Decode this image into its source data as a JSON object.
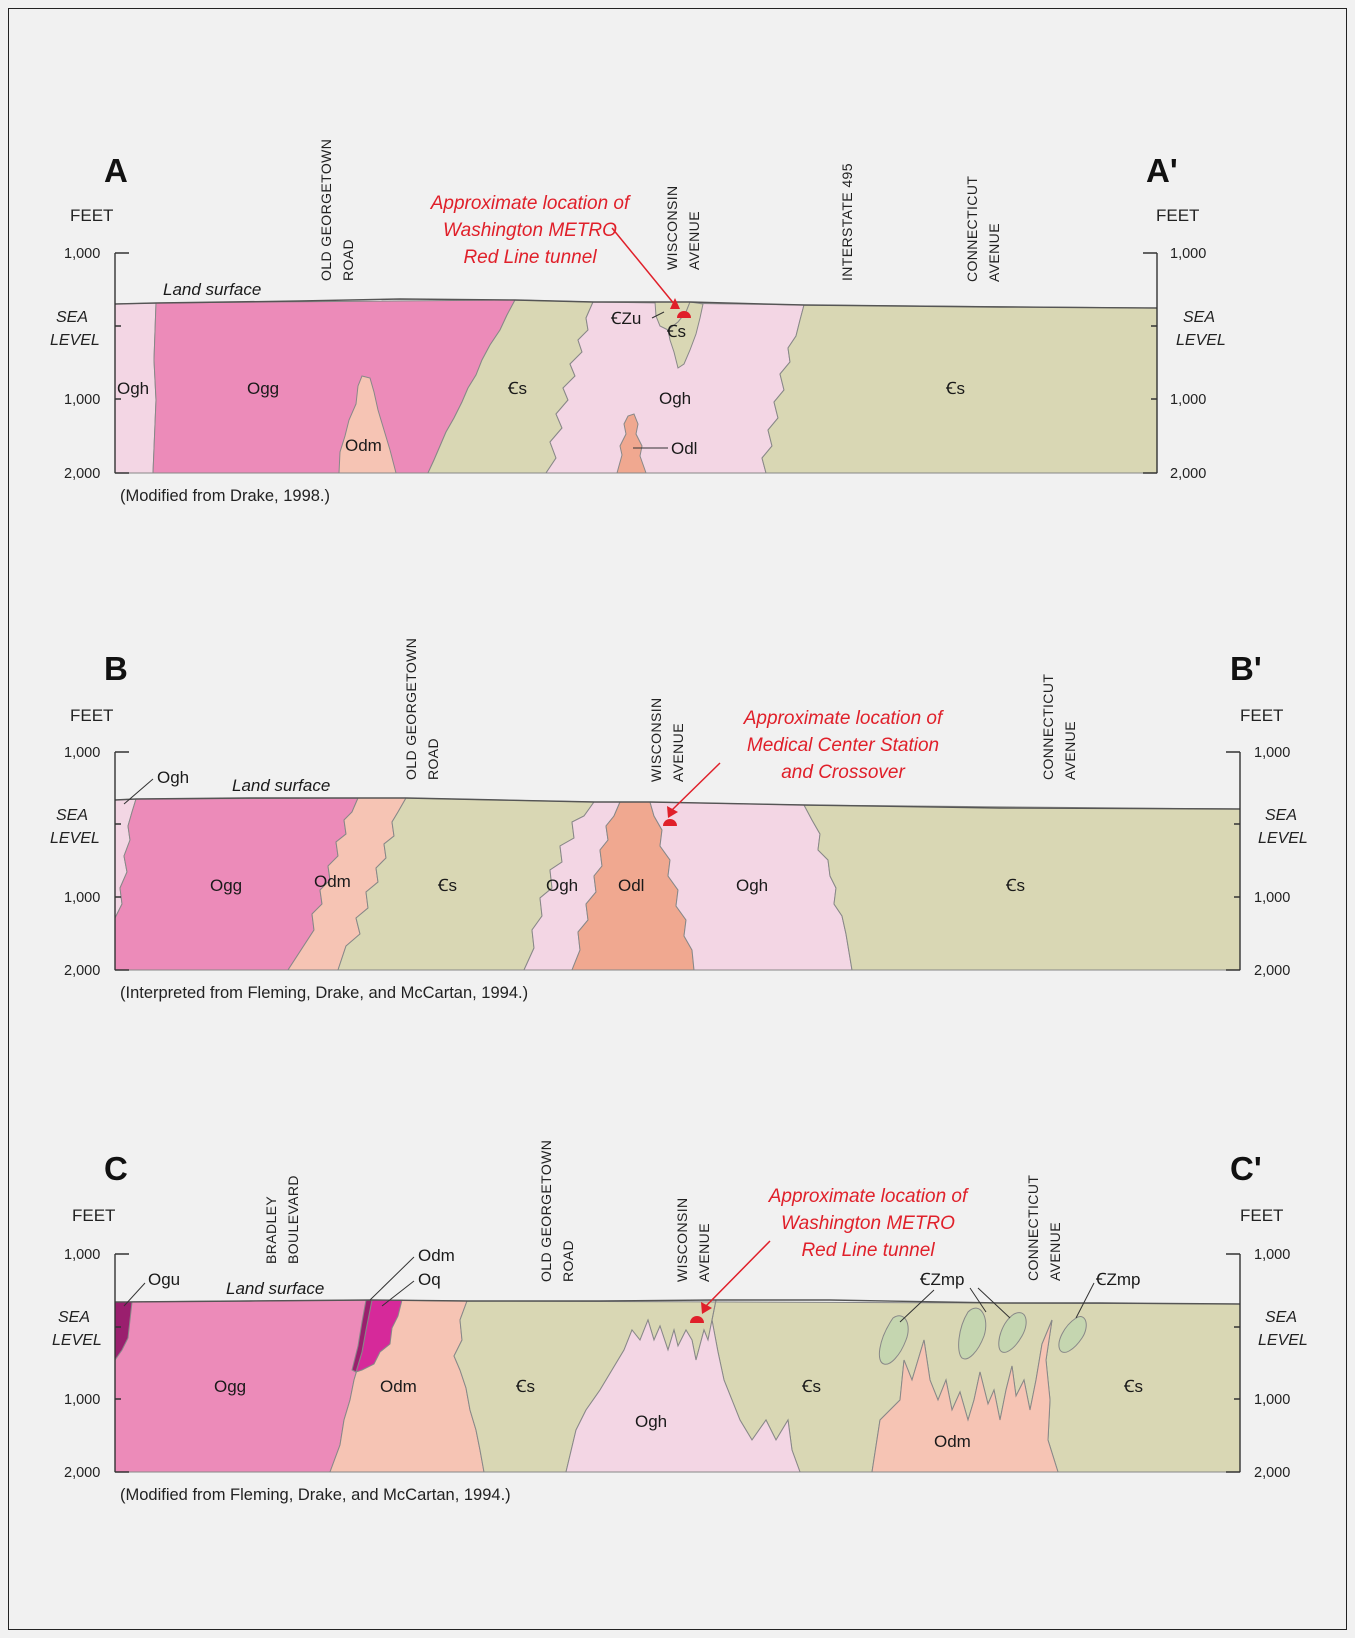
{
  "colors": {
    "Ogg": "#ec8bb9",
    "Ogh": "#f3d6e4",
    "Cs": "#d9d7b4",
    "Odm": "#f6c4b4",
    "Odl": "#f0a890",
    "CZu": "#dad8b6",
    "CZmp": "#c5d6b0",
    "Ogu": "#9a1f6e",
    "Oq": "#d6299a",
    "red": "#e0202a"
  },
  "axis": {
    "feet_label": "FEET",
    "sea_level_line1": "SEA",
    "sea_level_line2": "LEVEL",
    "tick_top": "1,000",
    "tick_mid": "1,000",
    "tick_bottom": "2,000"
  },
  "sections": [
    {
      "id": "A",
      "left_label": "A",
      "right_label": "A'",
      "land_surface": "Land surface",
      "roads": [
        {
          "line1": "OLD GEORGETOWN",
          "line2": "ROAD"
        },
        {
          "line1": "WISCONSIN",
          "line2": "AVENUE"
        },
        {
          "line1": "INTERSTATE 495",
          "line2": ""
        },
        {
          "line1": "CONNECTICUT",
          "line2": "AVENUE"
        }
      ],
      "note": [
        "Approximate location of",
        "Washington METRO",
        "Red Line tunnel"
      ],
      "units": {
        "Ogh_left": "Ogh",
        "Ogg": "Ogg",
        "Odm": "Odm",
        "Cs1": "Ꞓs",
        "CZu": "ꞒZu",
        "Cs_small": "Ꞓs",
        "Ogh": "Ogh",
        "Odl": "Odl",
        "Cs2": "Ꞓs"
      },
      "source": "(Modified from Drake, 1998.)"
    },
    {
      "id": "B",
      "left_label": "B",
      "right_label": "B'",
      "land_surface": "Land surface",
      "roads": [
        {
          "line1": "OLD GEORGETOWN",
          "line2": "ROAD"
        },
        {
          "line1": "WISCONSIN",
          "line2": "AVENUE"
        },
        {
          "line1": "CONNECTICUT",
          "line2": "AVENUE"
        }
      ],
      "note": [
        "Approximate location of",
        "Medical Center Station",
        "and Crossover"
      ],
      "units": {
        "Ogh_callout": "Ogh",
        "Ogg": "Ogg",
        "Odm": "Odm",
        "Cs1": "Ꞓs",
        "Ogh1": "Ogh",
        "Odl": "Odl",
        "Ogh2": "Ogh",
        "Cs2": "Ꞓs"
      },
      "source": "(Interpreted from Fleming, Drake, and McCartan, 1994.)"
    },
    {
      "id": "C",
      "left_label": "C",
      "right_label": "C'",
      "land_surface": "Land surface",
      "roads": [
        {
          "line1": "BRADLEY",
          "line2": "BOULEVARD"
        },
        {
          "line1": "OLD GEORGETOWN",
          "line2": "ROAD"
        },
        {
          "line1": "WISCONSIN",
          "line2": "AVENUE"
        },
        {
          "line1": "CONNECTICUT",
          "line2": "AVENUE"
        }
      ],
      "note": [
        "Approximate location of",
        "Washington METRO",
        "Red Line tunnel"
      ],
      "units": {
        "Ogu": "Ogu",
        "Odm_callout": "Odm",
        "Oq": "Oq",
        "Ogg": "Ogg",
        "Odm1": "Odm",
        "Cs1": "Ꞓs",
        "Ogh": "Ogh",
        "Cs2": "Ꞓs",
        "CZmp1": "ꞒZmp",
        "CZmp2": "ꞒZmp",
        "Odm2": "Odm",
        "Cs3": "Ꞓs"
      },
      "source": "(Modified from Fleming, Drake, and McCartan, 1994.)"
    }
  ]
}
